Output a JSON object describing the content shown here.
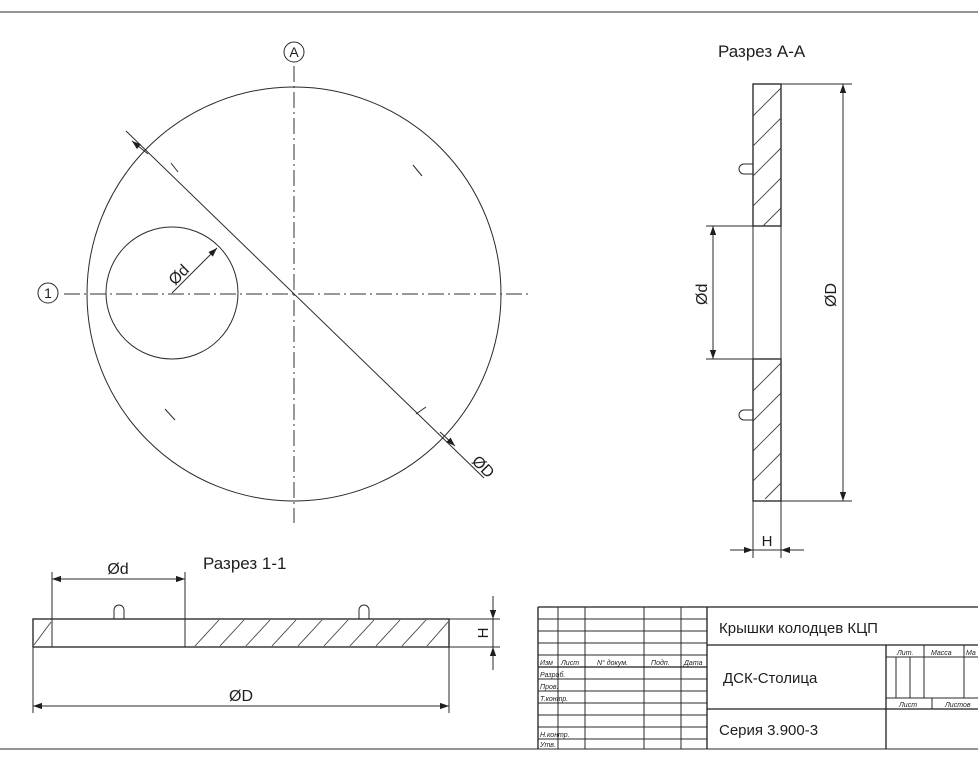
{
  "plan_view": {
    "axis_a_label": "A",
    "axis_1_label": "1",
    "dim_small_diameter": "Ød",
    "dim_large_diameter": "ØD"
  },
  "section_aa": {
    "title": "Разрез A-A",
    "dim_small_diameter": "Ød",
    "dim_large_diameter": "ØD",
    "dim_thickness": "H"
  },
  "section_11": {
    "title": "Разрез 1-1",
    "dim_small_diameter": "Ød",
    "dim_large_diameter": "ØD",
    "dim_thickness": "H"
  },
  "title_block": {
    "headers": {
      "izm": "Изм",
      "list": "Лист",
      "doc_no": "N° докум.",
      "sign": "Подп.",
      "date": "Дата"
    },
    "roles": {
      "razrab": "Разраб.",
      "prov": "Пров.",
      "tkontr": "Т.контр.",
      "nkontr": "Н.контр.",
      "utv": "Утв."
    },
    "title": "Крышки колодцев КЦП",
    "organization": "ДСК-Столица",
    "series": "Серия 3.900-3",
    "lit": "Лит.",
    "mass": "Масса",
    "scale": "Ма",
    "sheet": "Лист",
    "sheets": "Листов"
  }
}
